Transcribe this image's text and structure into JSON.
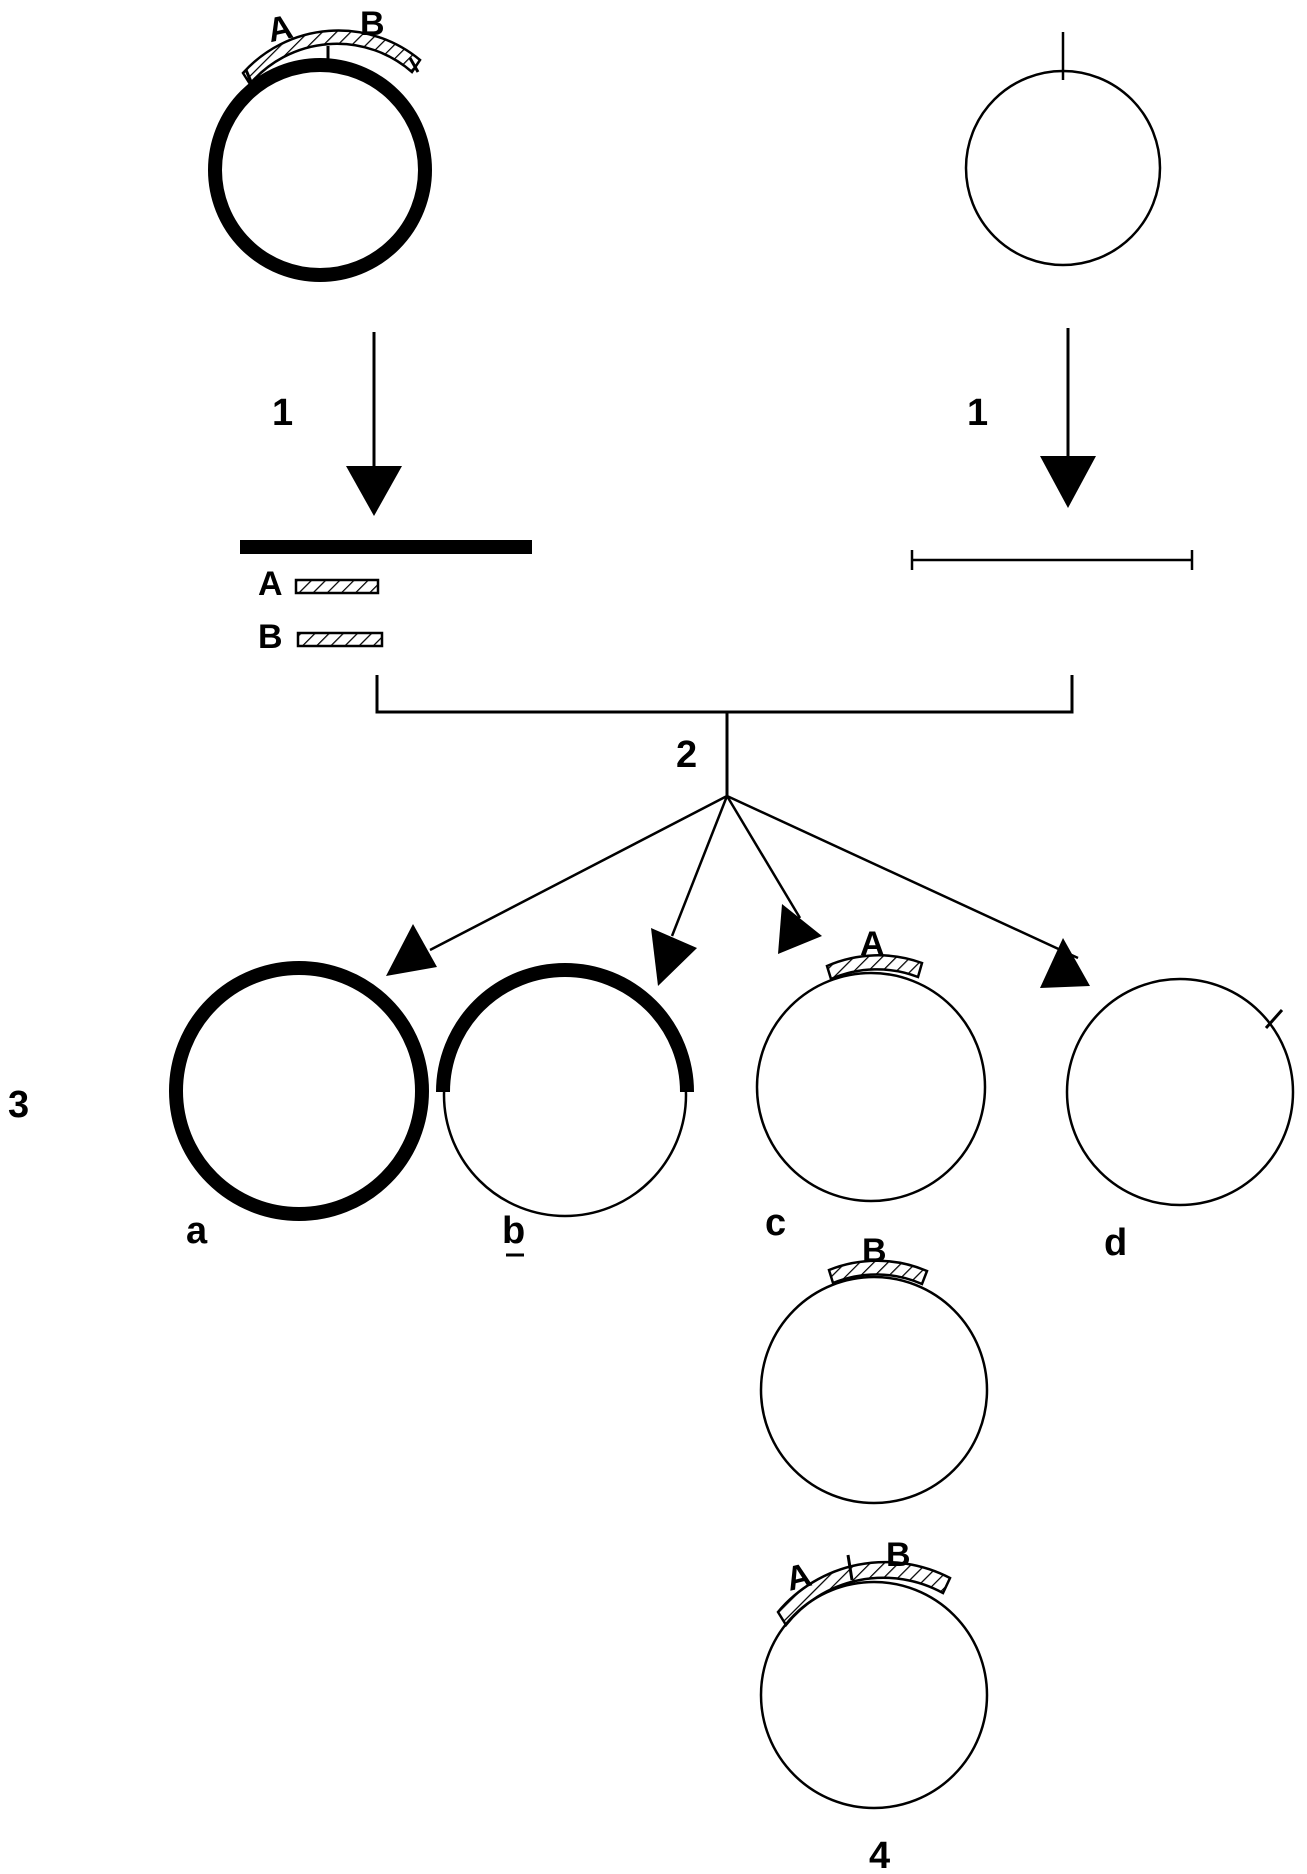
{
  "steps": {
    "step1_left": "1",
    "step1_right": "1",
    "step2": "2",
    "step3": "3",
    "step4": "4"
  },
  "segments": {
    "top_a": "A",
    "top_b": "B",
    "frag_a": "A",
    "frag_b": "B",
    "circle_c_insert": "A",
    "circle_b2_insert": "B",
    "circle_4_a": "A",
    "circle_4_b": "B"
  },
  "product_labels": {
    "a": "a",
    "b": "b",
    "c": "c",
    "d": "d"
  },
  "colors": {
    "ink": "#000000",
    "background": "#ffffff"
  }
}
